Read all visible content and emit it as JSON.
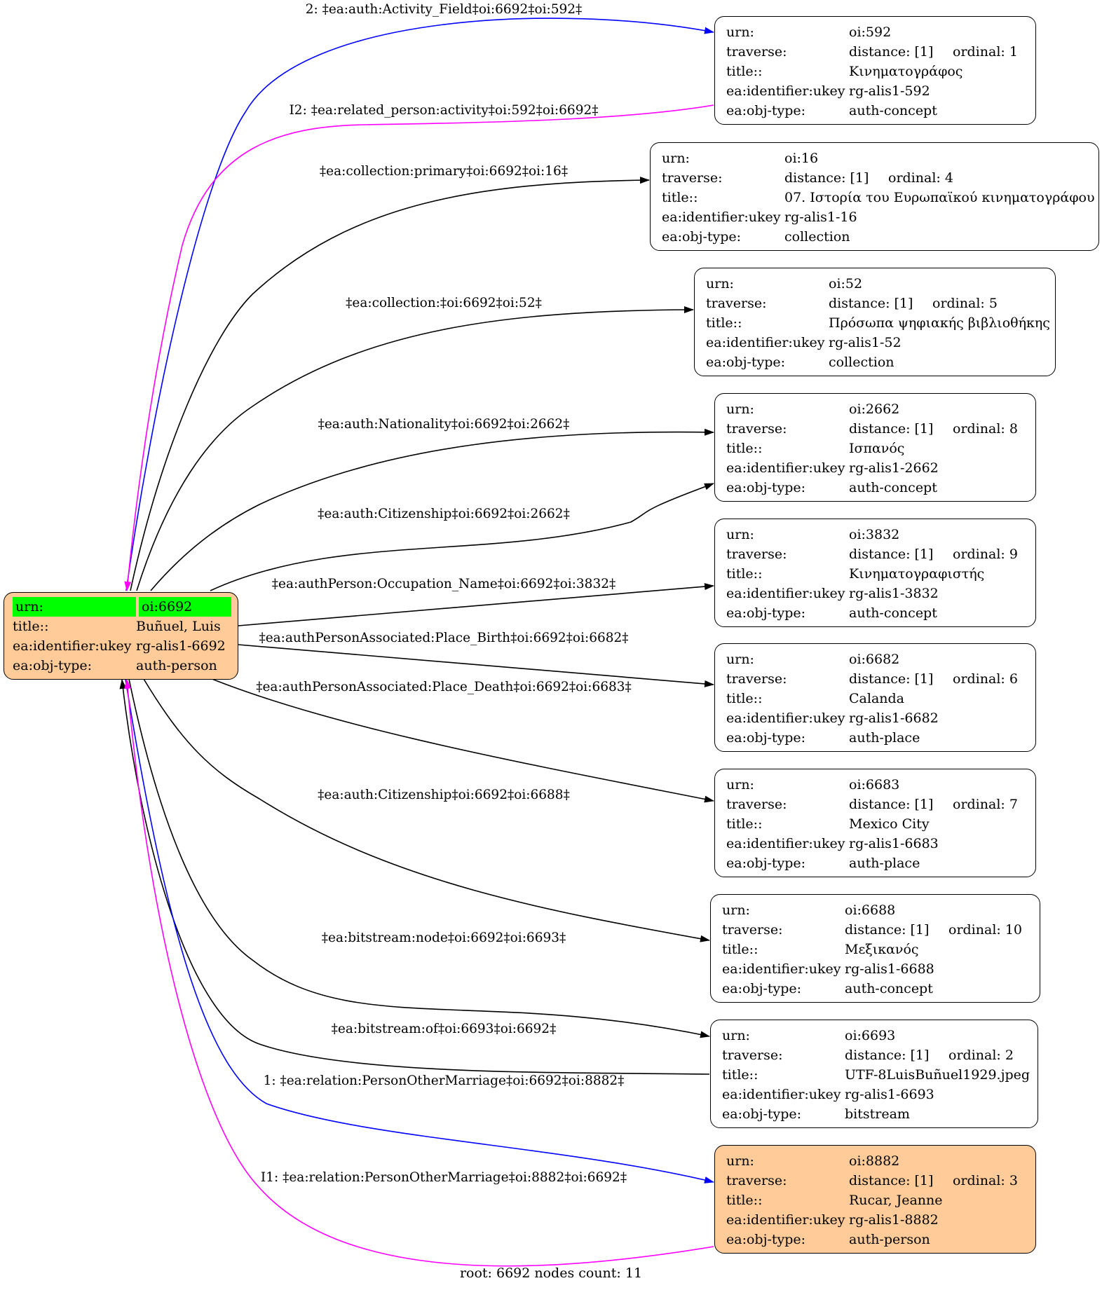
{
  "root_node": {
    "rows": [
      {
        "key": "urn:",
        "value": "oi:6692"
      },
      {
        "key": "title::",
        "value": "Buñuel, Luis"
      },
      {
        "key": "ea:identifier:ukey",
        "value": "rg-alis1-6692"
      },
      {
        "key": "ea:obj-type:",
        "value": "auth-person"
      }
    ]
  },
  "nodes": [
    {
      "urn": "oi:592",
      "distance": "distance: [1]",
      "ordinal": "ordinal: 1",
      "title": "Κινηματογράφος",
      "ukey": "rg-alis1-592",
      "type": "auth-concept"
    },
    {
      "urn": "oi:16",
      "distance": "distance: [1]",
      "ordinal": "ordinal: 4",
      "title": "07. Ιστορία του Ευρωπαϊκού κινηματογράφου",
      "ukey": "rg-alis1-16",
      "type": "collection"
    },
    {
      "urn": "oi:52",
      "distance": "distance: [1]",
      "ordinal": "ordinal: 5",
      "title": "Πρόσωπα ψηφιακής βιβλιοθήκης",
      "ukey": "rg-alis1-52",
      "type": "collection"
    },
    {
      "urn": "oi:2662",
      "distance": "distance: [1]",
      "ordinal": "ordinal: 8",
      "title": "Ισπανός",
      "ukey": "rg-alis1-2662",
      "type": "auth-concept"
    },
    {
      "urn": "oi:3832",
      "distance": "distance: [1]",
      "ordinal": "ordinal: 9",
      "title": "Κινηματογραφιστής",
      "ukey": "rg-alis1-3832",
      "type": "auth-concept"
    },
    {
      "urn": "oi:6682",
      "distance": "distance: [1]",
      "ordinal": "ordinal: 6",
      "title": "Calanda",
      "ukey": "rg-alis1-6682",
      "type": "auth-place"
    },
    {
      "urn": "oi:6683",
      "distance": "distance: [1]",
      "ordinal": "ordinal: 7",
      "title": "Mexico City",
      "ukey": "rg-alis1-6683",
      "type": "auth-place"
    },
    {
      "urn": "oi:6688",
      "distance": "distance: [1]",
      "ordinal": "ordinal: 10",
      "title": "Μεξικανός",
      "ukey": "rg-alis1-6688",
      "type": "auth-concept"
    },
    {
      "urn": "oi:6693",
      "distance": "distance: [1]",
      "ordinal": "ordinal: 2",
      "title": "UTF-8LuisBuñuel1929.jpeg",
      "ukey": "rg-alis1-6693",
      "type": "bitstream"
    },
    {
      "urn": "oi:8882",
      "distance": "distance: [1]",
      "ordinal": "ordinal: 3",
      "title": "Rucar, Jeanne",
      "ukey": "rg-alis1-8882",
      "type": "auth-person"
    }
  ],
  "row_keys": {
    "urn": "urn:",
    "traverse": "traverse:",
    "title": "title::",
    "ukey": "ea:identifier:ukey",
    "type": "ea:obj-type:"
  },
  "edges": [
    {
      "label": "2: ‡ea:auth:Activity_Field‡oi:6692‡oi:592‡",
      "color": "#0000ff"
    },
    {
      "label": "I2: ‡ea:related_person:activity‡oi:592‡oi:6692‡",
      "color": "#ff00ff"
    },
    {
      "label": "‡ea:collection:primary‡oi:6692‡oi:16‡",
      "color": "#000000"
    },
    {
      "label": "‡ea:collection:‡oi:6692‡oi:52‡",
      "color": "#000000"
    },
    {
      "label": "‡ea:auth:Nationality‡oi:6692‡oi:2662‡",
      "color": "#000000"
    },
    {
      "label": "‡ea:auth:Citizenship‡oi:6692‡oi:2662‡",
      "color": "#000000"
    },
    {
      "label": "‡ea:authPerson:Occupation_Name‡oi:6692‡oi:3832‡",
      "color": "#000000"
    },
    {
      "label": "‡ea:authPersonAssociated:Place_Birth‡oi:6692‡oi:6682‡",
      "color": "#000000"
    },
    {
      "label": "‡ea:authPersonAssociated:Place_Death‡oi:6692‡oi:6683‡",
      "color": "#000000"
    },
    {
      "label": "‡ea:auth:Citizenship‡oi:6692‡oi:6688‡",
      "color": "#000000"
    },
    {
      "label": "‡ea:bitstream:node‡oi:6692‡oi:6693‡",
      "color": "#000000"
    },
    {
      "label": "‡ea:bitstream:of‡oi:6693‡oi:6692‡",
      "color": "#000000"
    },
    {
      "label": "1: ‡ea:relation:PersonOtherMarriage‡oi:6692‡oi:8882‡",
      "color": "#0000ff"
    },
    {
      "label": "I1: ‡ea:relation:PersonOtherMarriage‡oi:8882‡oi:6692‡",
      "color": "#ff00ff"
    }
  ],
  "colors": {
    "root_fill": "#ffcc99",
    "highlight": "#00ff00",
    "blue_edge": "#0000ff",
    "magenta_edge": "#ff00ff"
  },
  "footer": "root: 6692 nodes count: 11"
}
